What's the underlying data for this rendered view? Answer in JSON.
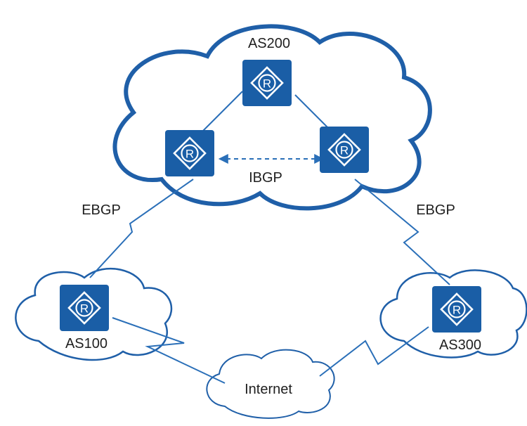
{
  "colors": {
    "cloud_stroke": "#1f5fa8",
    "link": "#2a6fb8",
    "router_fill": "#1a5ea6",
    "router_icon": "#ffffff",
    "text": "#1f1f1f"
  },
  "clouds": {
    "as200": {
      "label": "AS200"
    },
    "as100": {
      "label": "AS100"
    },
    "as300": {
      "label": "AS300"
    },
    "internet": {
      "label": "Internet"
    }
  },
  "links": {
    "ibgp": {
      "label": "IBGP"
    },
    "ebgp_left": {
      "label": "EBGP"
    },
    "ebgp_right": {
      "label": "EBGP"
    }
  },
  "routers": [
    {
      "id": "as200-top",
      "icon": "router-icon"
    },
    {
      "id": "as200-left",
      "icon": "router-icon"
    },
    {
      "id": "as200-right",
      "icon": "router-icon"
    },
    {
      "id": "as100",
      "icon": "router-icon"
    },
    {
      "id": "as300",
      "icon": "router-icon"
    }
  ]
}
